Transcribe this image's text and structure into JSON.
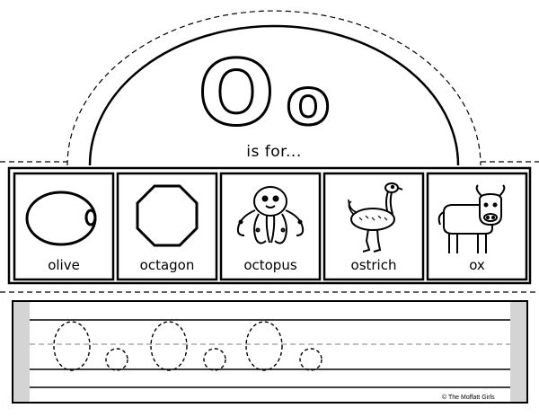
{
  "header": {
    "letter_upper": "O",
    "letter_lower": "o",
    "subtitle": "is for..."
  },
  "cards": [
    {
      "label": "olive",
      "icon": "olive-icon"
    },
    {
      "label": "octagon",
      "icon": "octagon-icon"
    },
    {
      "label": "octopus",
      "icon": "octopus-icon"
    },
    {
      "label": "ostrich",
      "icon": "ostrich-icon"
    },
    {
      "label": "ox",
      "icon": "ox-icon"
    }
  ],
  "tracing": {
    "sequence": [
      "O",
      "o",
      "O",
      "o",
      "O",
      "o"
    ]
  },
  "footer": {
    "copyright": "© The Moffatt Girls"
  }
}
